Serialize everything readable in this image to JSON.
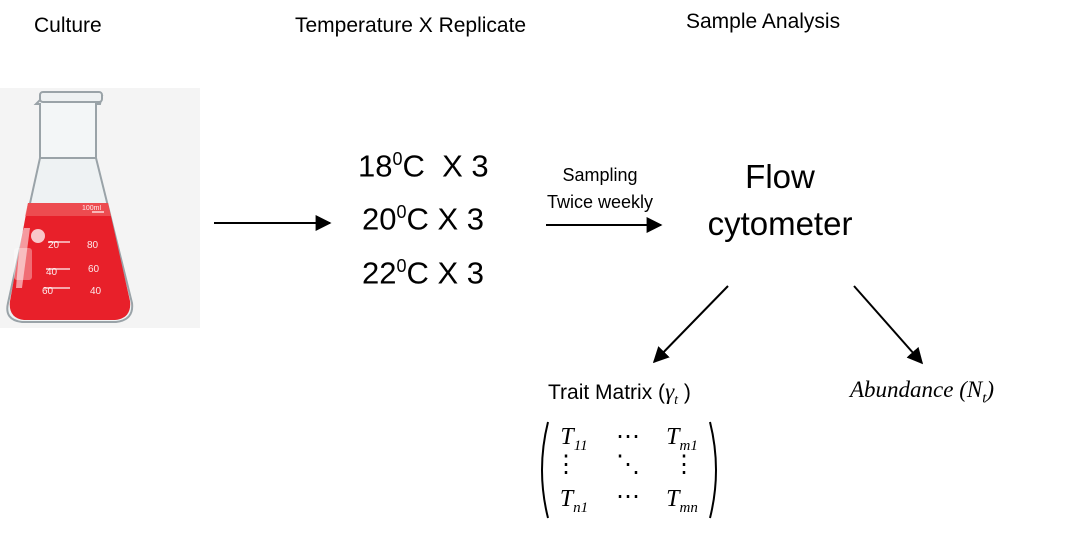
{
  "headers": {
    "culture": "Culture",
    "temperature": "Temperature X Replicate",
    "analysis": "Sample Analysis"
  },
  "flask": {
    "marks": [
      "20",
      "40",
      "60",
      "80",
      "60",
      "40"
    ],
    "label_top": "100ml"
  },
  "treatments": [
    {
      "temp": "18",
      "unit": "C",
      "rep": "X 3"
    },
    {
      "temp": "20",
      "unit": "C",
      "rep": "X 3"
    },
    {
      "temp": "22",
      "unit": "C",
      "rep": "X 3"
    }
  ],
  "degree_symbol": "0",
  "sampling": {
    "line1": "Sampling",
    "line2": "Twice weekly"
  },
  "instrument": {
    "line1": "Flow",
    "line2": "cytometer"
  },
  "trait": {
    "label": "Trait Matrix (",
    "symbol": "γ",
    "sub": "t",
    "close": " )"
  },
  "abundance": {
    "label": "Abundance (",
    "symbol": "N",
    "sub": "t",
    "close": ")"
  },
  "matrix": {
    "t11": "T",
    "t11_sub": "11",
    "tm1": "T",
    "tm1_sub": "m1",
    "tn1": "T",
    "tn1_sub": "n1",
    "tmn": "T",
    "tmn_sub": "mn",
    "hdots": "⋯",
    "vdots": "⋮",
    "ddots": "⋱"
  },
  "colors": {
    "liquid": "#e8202a",
    "glass": "#cfd6da"
  }
}
